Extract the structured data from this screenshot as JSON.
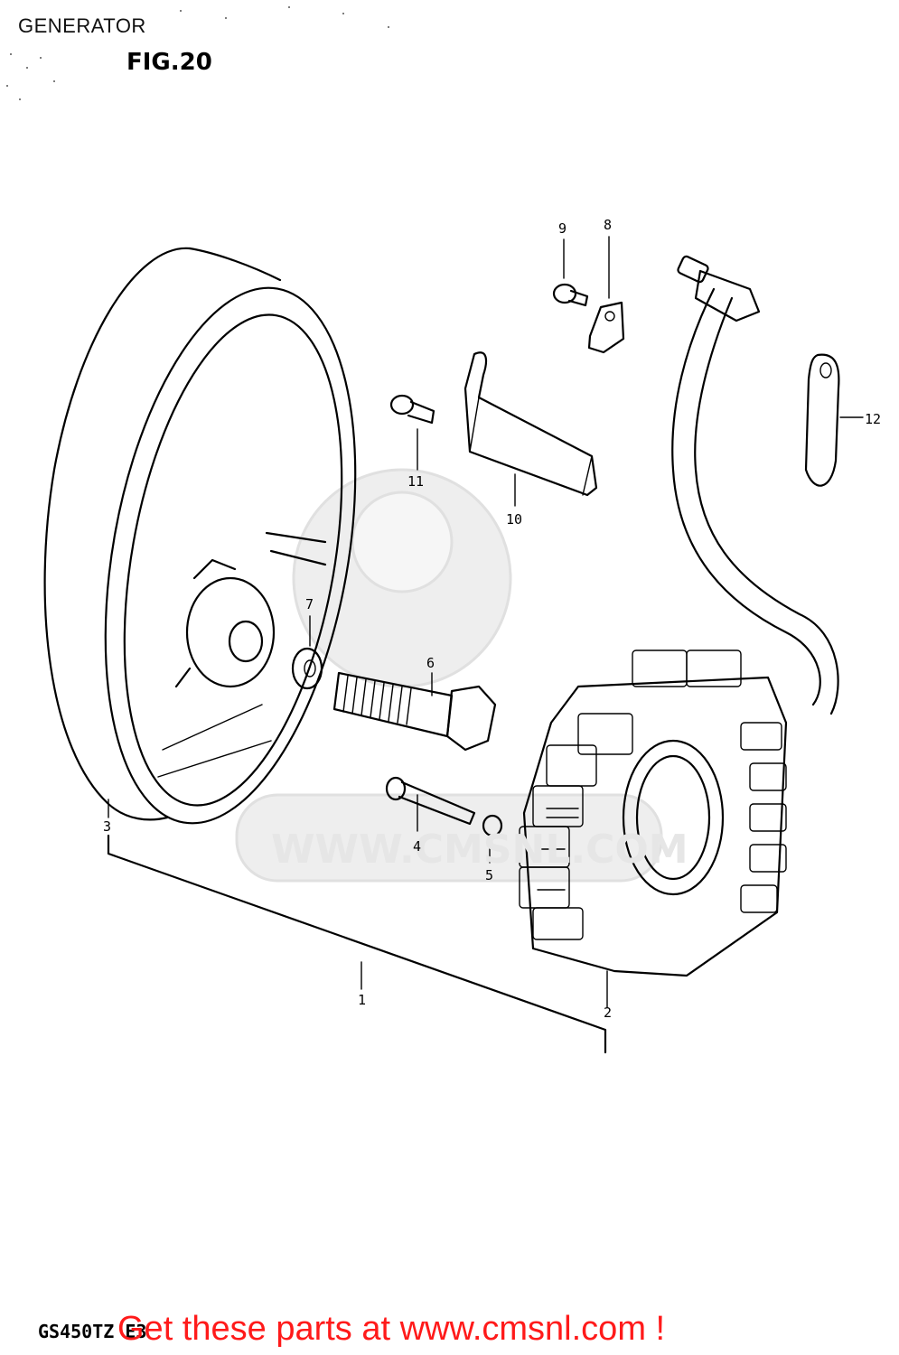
{
  "section_title": "GENERATOR",
  "figure_label": "FIG.20",
  "model_code": "GS450TZ E3",
  "cta_text": "Get these parts at www.cmsnl.com !",
  "watermark_text": "WWW.CMSNL.COM",
  "callouts": {
    "p1": "1",
    "p2": "2",
    "p3": "3",
    "p4": "4",
    "p5": "5",
    "p6": "6",
    "p7": "7",
    "p8": "8",
    "p9": "9",
    "p10": "10",
    "p11": "11",
    "p12": "12"
  },
  "colors": {
    "ink": "#000000",
    "cta": "#ff1a1a",
    "watermark": "#e6e6e6"
  }
}
